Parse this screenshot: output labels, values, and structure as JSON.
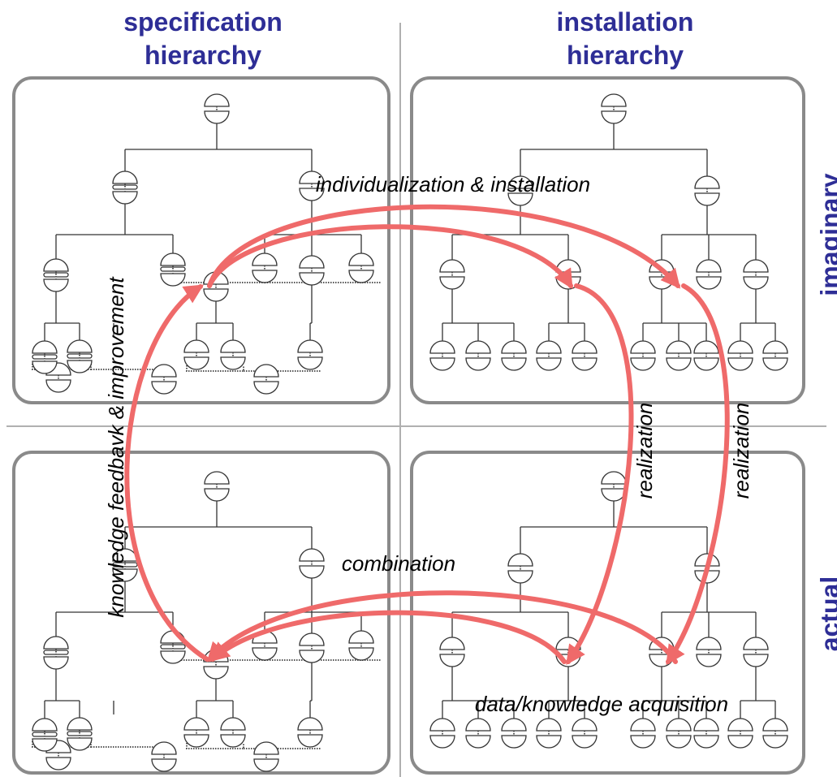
{
  "headers": {
    "spec_line1": "specification",
    "spec_line2": "hierarchy",
    "inst_line1": "installation",
    "inst_line2": "hierarchy",
    "imaginary": "imaginary",
    "actual": "actual"
  },
  "labels": {
    "individualization": "individualization & installation",
    "knowledge_feedback": "knowledge feedbavk & improvement",
    "realization_1": "realization",
    "realization_2": "realization",
    "combination": "combination",
    "acquisition": "data/knowledge acquisition"
  },
  "colors": {
    "header": "#2e2e96",
    "arrow": "#ef6a6a",
    "panel_border": "#8a8a8a",
    "divider": "#b0b0b0",
    "tree": "#333333"
  }
}
